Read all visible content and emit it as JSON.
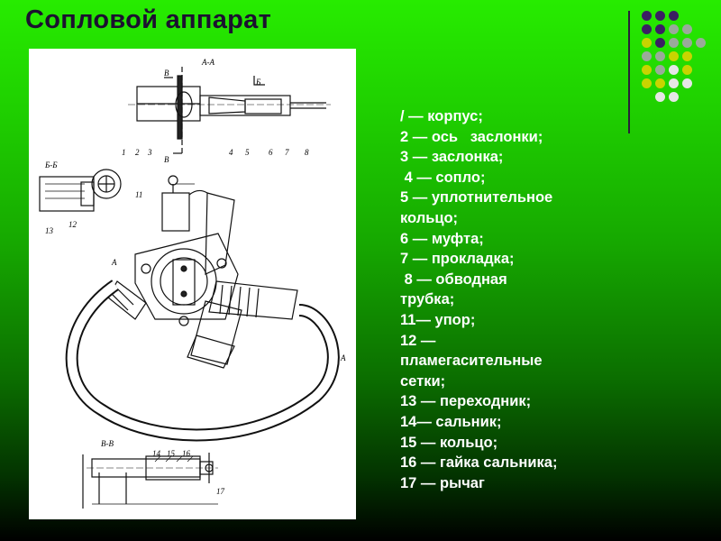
{
  "slide": {
    "title": "Сопловой аппарат",
    "colors": {
      "background_top": "#27ec00",
      "background_bottom": "#000000",
      "title_color": "#1c1030",
      "legend_text": "#ffffff"
    }
  },
  "decoration": {
    "dot_colors": [
      "#3b1f63",
      "#3b1f63",
      "#3b1f63",
      "#3b1f63",
      "#9aaa9a",
      "#c8d400",
      "#e6e6e6"
    ]
  },
  "figure": {
    "section_labels": {
      "aa": "А-А",
      "bb": "Б-Б",
      "vv": "В-В",
      "a_mark": "А",
      "b_mark": "Б",
      "v_mark": "В"
    },
    "callouts": [
      "1",
      "2",
      "3",
      "4",
      "5",
      "6",
      "7",
      "8",
      "11",
      "12",
      "13",
      "14",
      "15",
      "16",
      "17"
    ]
  },
  "legend": {
    "lines": [
      "/ — корпус;",
      "2 — ось   заслонки;",
      "3 — заслонка;",
      " 4 — сопло;",
      "5 — уплотнительное",
      "кольцо;",
      "6 — муфта;",
      "7 — прокладка;",
      " 8 — обводная",
      "трубка;",
      "11— упор;",
      "12 —",
      "пламегасительные",
      "сетки;",
      "13 — переходник;",
      "14— сальник;",
      "15 — кольцо;",
      "16 — гайка сальника;",
      "17 — рычаг"
    ]
  }
}
